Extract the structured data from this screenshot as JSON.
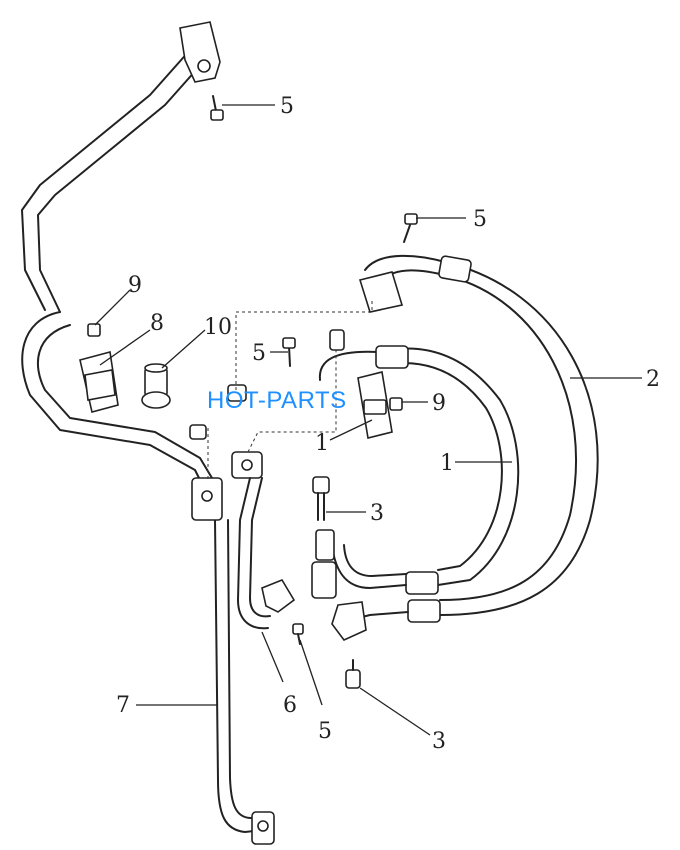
{
  "watermark": "HOT-PARTS",
  "colors": {
    "line": "#222222",
    "watermark": "#1e90ff",
    "background": "#ffffff"
  },
  "callouts": [
    "1",
    "1",
    "2",
    "3",
    "3",
    "5",
    "5",
    "5",
    "5",
    "6",
    "7",
    "8",
    "9",
    "9",
    "10"
  ]
}
